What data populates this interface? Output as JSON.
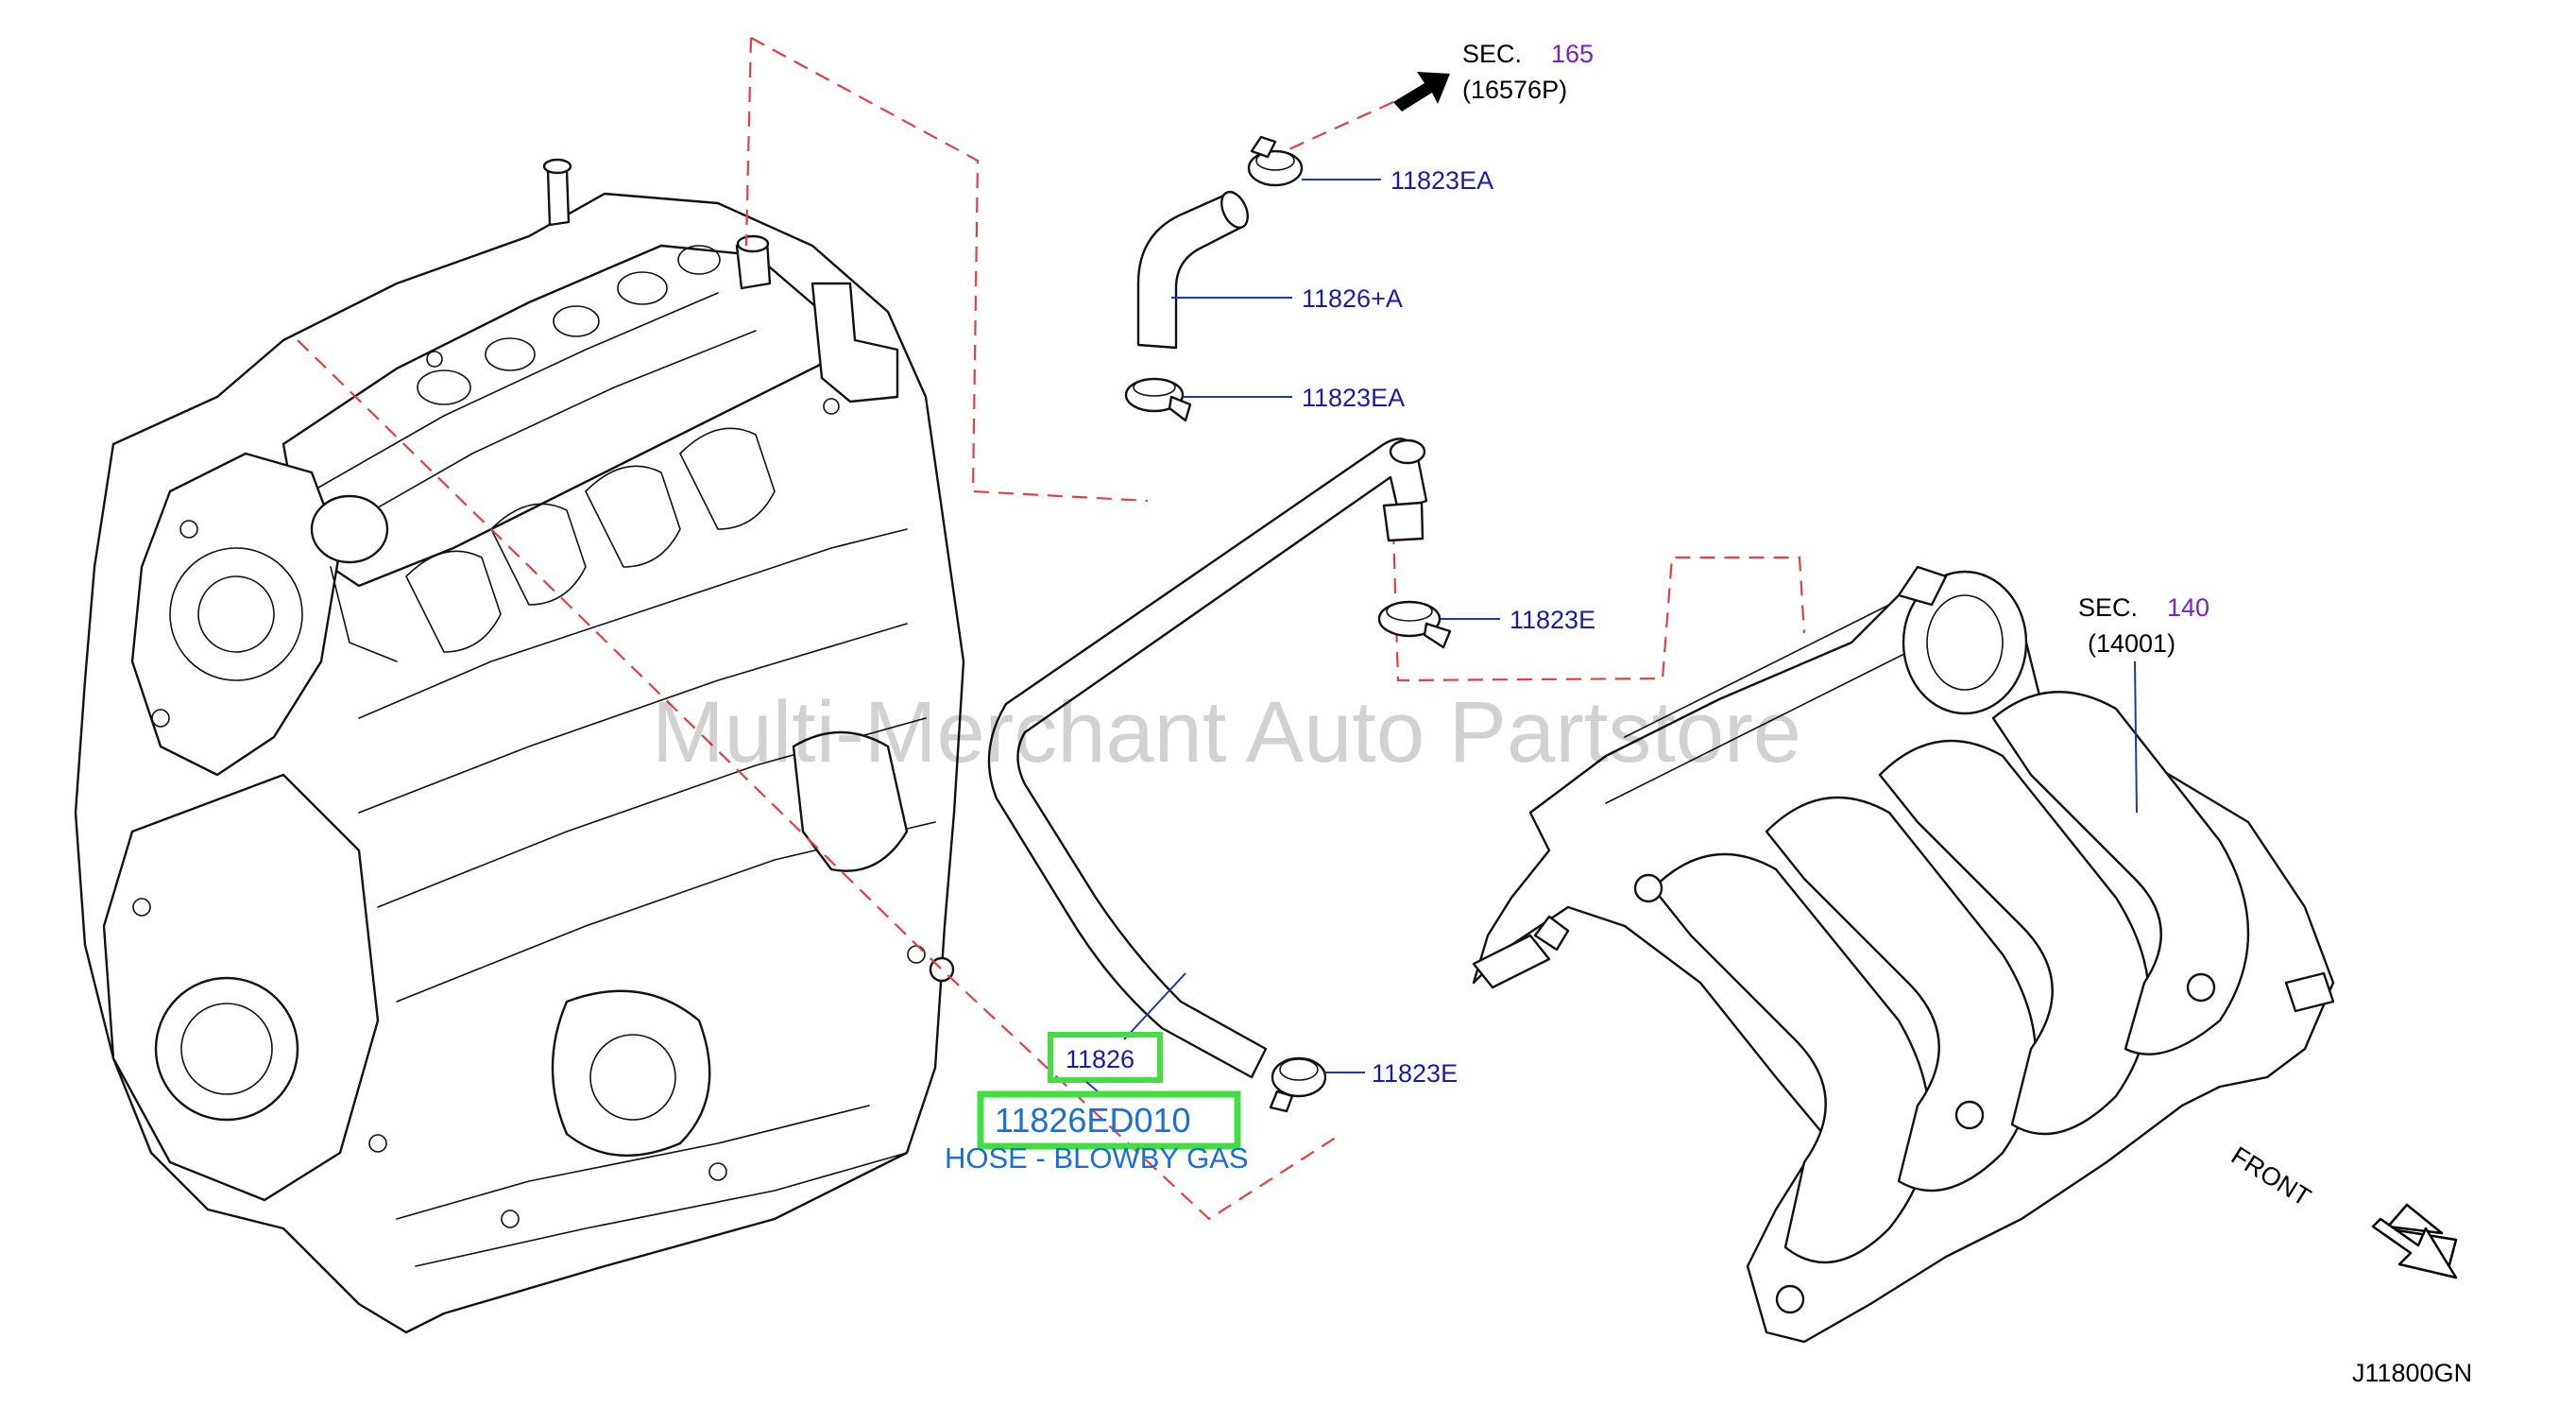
{
  "sections": {
    "sec165": {
      "prefix": "SEC.",
      "number": "165",
      "ref": "(16576P)"
    },
    "sec140": {
      "prefix": "SEC.",
      "number": "140",
      "ref": "(14001)"
    }
  },
  "callouts": {
    "clamp_top": "11823EA",
    "hose_small": "11826+A",
    "clamp_mid": "11823EA",
    "clamp_e1": "11823E",
    "clamp_e2": "11823E",
    "hose_main": "11826"
  },
  "highlight": {
    "part_number": "11826ED010",
    "description": "HOSE - BLOWBY GAS",
    "box_color": "#44dd44",
    "text_color": "#1a6ed8"
  },
  "front_label": "FRONT",
  "diagram_code": "J11800GN",
  "watermark": "Multi-Merchant Auto Partstore"
}
